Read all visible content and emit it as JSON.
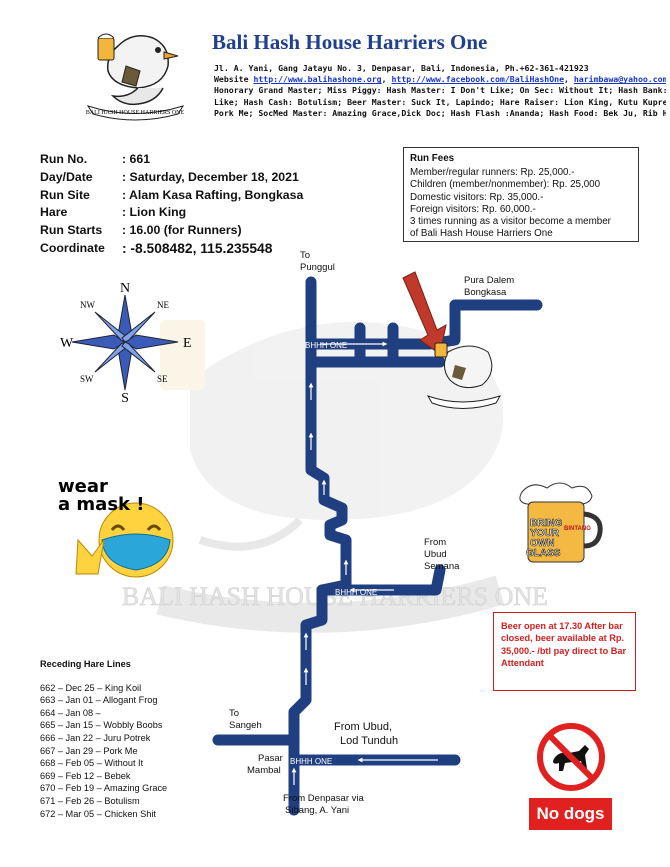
{
  "header": {
    "title": "Bali Hash House Harriers One",
    "address": "Jl. A. Yani, Gang Jatayu No. 3, Denpasar, Bali, Indonesia, Ph.+62-361-421923",
    "website_prefix": "Website ",
    "website_url": "http://www.balihashone.org",
    "website_sep1": ", ",
    "facebook_url": "http://www.facebook.com/BaliHashOne",
    "website_sep2": ", ",
    "email": "harimbawa@yahoo.com",
    "committee_1": "Honorary Grand Master; Miss Piggy: Hash Master: I Don't Like; On Sec: Without It; Hash Bank: I",
    "committee_2": "Like; Hash Cash: Botulism; Beer Master: Suck It, Lapindo; Hare Raiser: Lion King, Kutu Kupret,",
    "committee_3": "Pork Me; SocMed Master: Amazing Grace,Dick Doc; Hash Flash :Ananda; Hash Food: Bek Ju, Rib Her"
  },
  "run_info": [
    {
      "key": "Run No.",
      "value": ": 661"
    },
    {
      "key": "Day/Date",
      "value": ": Saturday, December 18, 2021"
    },
    {
      "key": "Run Site",
      "value": ": Alam Kasa Rafting, Bongkasa"
    },
    {
      "key": "Hare",
      "value": ": Lion King"
    },
    {
      "key": "Run Starts",
      "value": ": 16.00 (for Runners)"
    },
    {
      "key": "Coordinate",
      "value": ": -8.508482, 115.235548"
    }
  ],
  "fees": {
    "title": "Run Fees",
    "lines": [
      "Member/regular runners: Rp. 25,000.-",
      "Children (member/nonmember): Rp. 25,000",
      "Domestic visitors: Rp. 35,000.-",
      "Foreign visitors: Rp. 60,000.-",
      "3 times running as a visitor become a member",
      "of Bali Hash House Harriers One"
    ]
  },
  "compass": {
    "n": "N",
    "s": "S",
    "e": "E",
    "w": "W",
    "ne": "NE",
    "nw": "NW",
    "se": "SE",
    "sw": "SW"
  },
  "map_labels": {
    "to_punggul_1": "To",
    "to_punggul_2": "Punggul",
    "pura_1": "Pura Dalem",
    "pura_2": "Bongkasa",
    "bhhh_one_1": "BHHH ONE",
    "bhhh_one_2": "BHHH ONE",
    "bhhh_one_3": "BHHH ONE",
    "ubud_semana_1": "From",
    "ubud_semana_2": "Ubud",
    "ubud_semana_3": "Semana",
    "to_sangeh_1": "To",
    "to_sangeh_2": "Sangeh",
    "from_ubud_1": "From Ubud,",
    "from_ubud_2": "Lod Tunduh",
    "pasar_1": "Pasar",
    "pasar_2": "Mambal",
    "denpasar_1": "From Denpasar via",
    "denpasar_2": "Sibang, A. Yani",
    "watermark": "BALI HASH HOUSE HARRIERS ONE",
    "logo_banner": "BALI HASH HOUSE HARRIERS ONE"
  },
  "mask": {
    "line1": "wear",
    "line2": "a mask !"
  },
  "beer_sign": {
    "line1": "BRING",
    "line2": "YOUR",
    "line3": "OWN",
    "line4": "GLASS",
    "brand": "BINTANG"
  },
  "beer_note": "Beer open at 17.30 After bar closed, beer available at Rp. 35,000.- /btl pay direct to Bar Attendant",
  "receding": {
    "title": "Receding Hare Lines",
    "items": [
      "662 – Dec 25 – King Koil",
      "663 – Jan 01 – Allogant Frog",
      "664 – Jan 08 –",
      "665 – Jan 15 – Wobbly Boobs",
      "666 – Jan 22 – Juru Potrek",
      "667 – Jan 29 – Pork Me",
      "668 – Feb 05 – Without It",
      "669 – Feb 12 – Bebek",
      "670 – Feb 19 – Amazing Grace",
      "671 – Feb 26 – Botulism",
      "672 – Mar 05 – Chicken Shit"
    ]
  },
  "no_dogs": "No dogs",
  "colors": {
    "route": "#1f3f80",
    "title": "#1f3f8f",
    "warning": "#d31f1f",
    "arrow": "#c0392b"
  }
}
